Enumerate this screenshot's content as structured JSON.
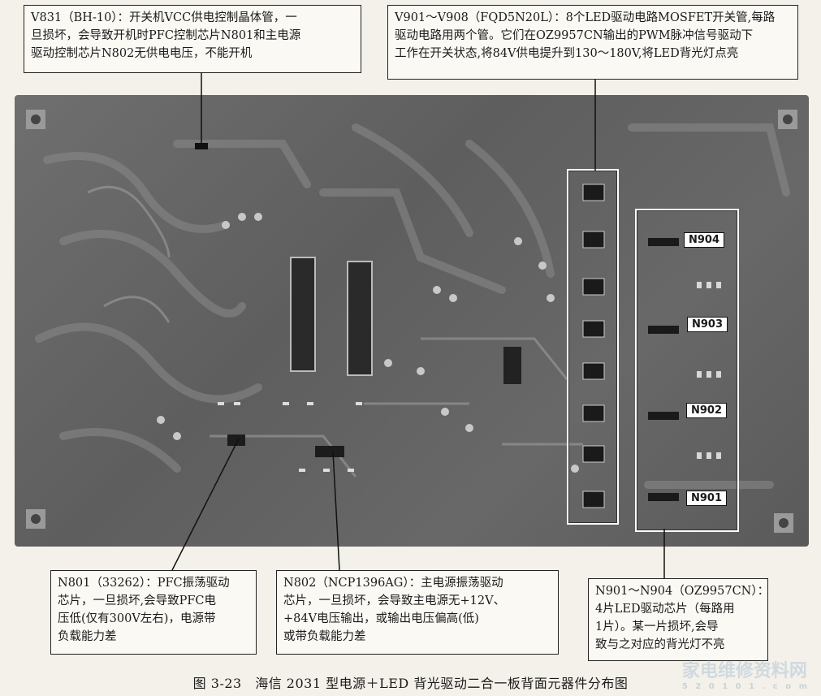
{
  "callouts": {
    "v831": {
      "lines": [
        "V831（BH-10）：开关机VCC供电控制晶体管，一",
        "旦损坏，会导致开机时PFC控制芯片N801和主电源",
        "驱动控制芯片N802无供电电压，不能开机"
      ]
    },
    "v901": {
      "lines": [
        "V901～V908（FQD5N20L）：8个LED驱动电路MOSFET开关管,每路",
        "驱动电路用两个管。它们在OZ9957CN输出的PWM脉冲信号驱动下",
        "工作在开关状态,将84V供电提升到130～180V,将LED背光灯点亮"
      ]
    },
    "n801": {
      "lines": [
        "N801（33262）：PFC振荡驱动",
        "芯片，一旦损坏,会导致PFC电",
        "压低(仅有300V左右)，电源带",
        "负载能力差"
      ]
    },
    "n802": {
      "lines": [
        "N802（NCP1396AG）：主电源振荡驱动",
        "芯片，一旦损坏，会导致主电源无+12V、",
        "+84V电压输出，或输出电压偏高(低)",
        "或带负载能力差"
      ]
    },
    "n901": {
      "lines": [
        "N901～N904（OZ9957CN）：",
        "4片LED驱动芯片（每路用",
        "1片）。某一片损坏,会导",
        "致与之对应的背光灯不亮"
      ]
    }
  },
  "chip_labels": [
    "N904",
    "N903",
    "N902",
    "N901"
  ],
  "caption": "图 3-23　海信 2031 型电源＋LED 背光驱动二合一板背面元器件分布图",
  "watermark": {
    "main": "家电维修资料网",
    "sub": "5 2 0 1 0 1 . c o m"
  }
}
